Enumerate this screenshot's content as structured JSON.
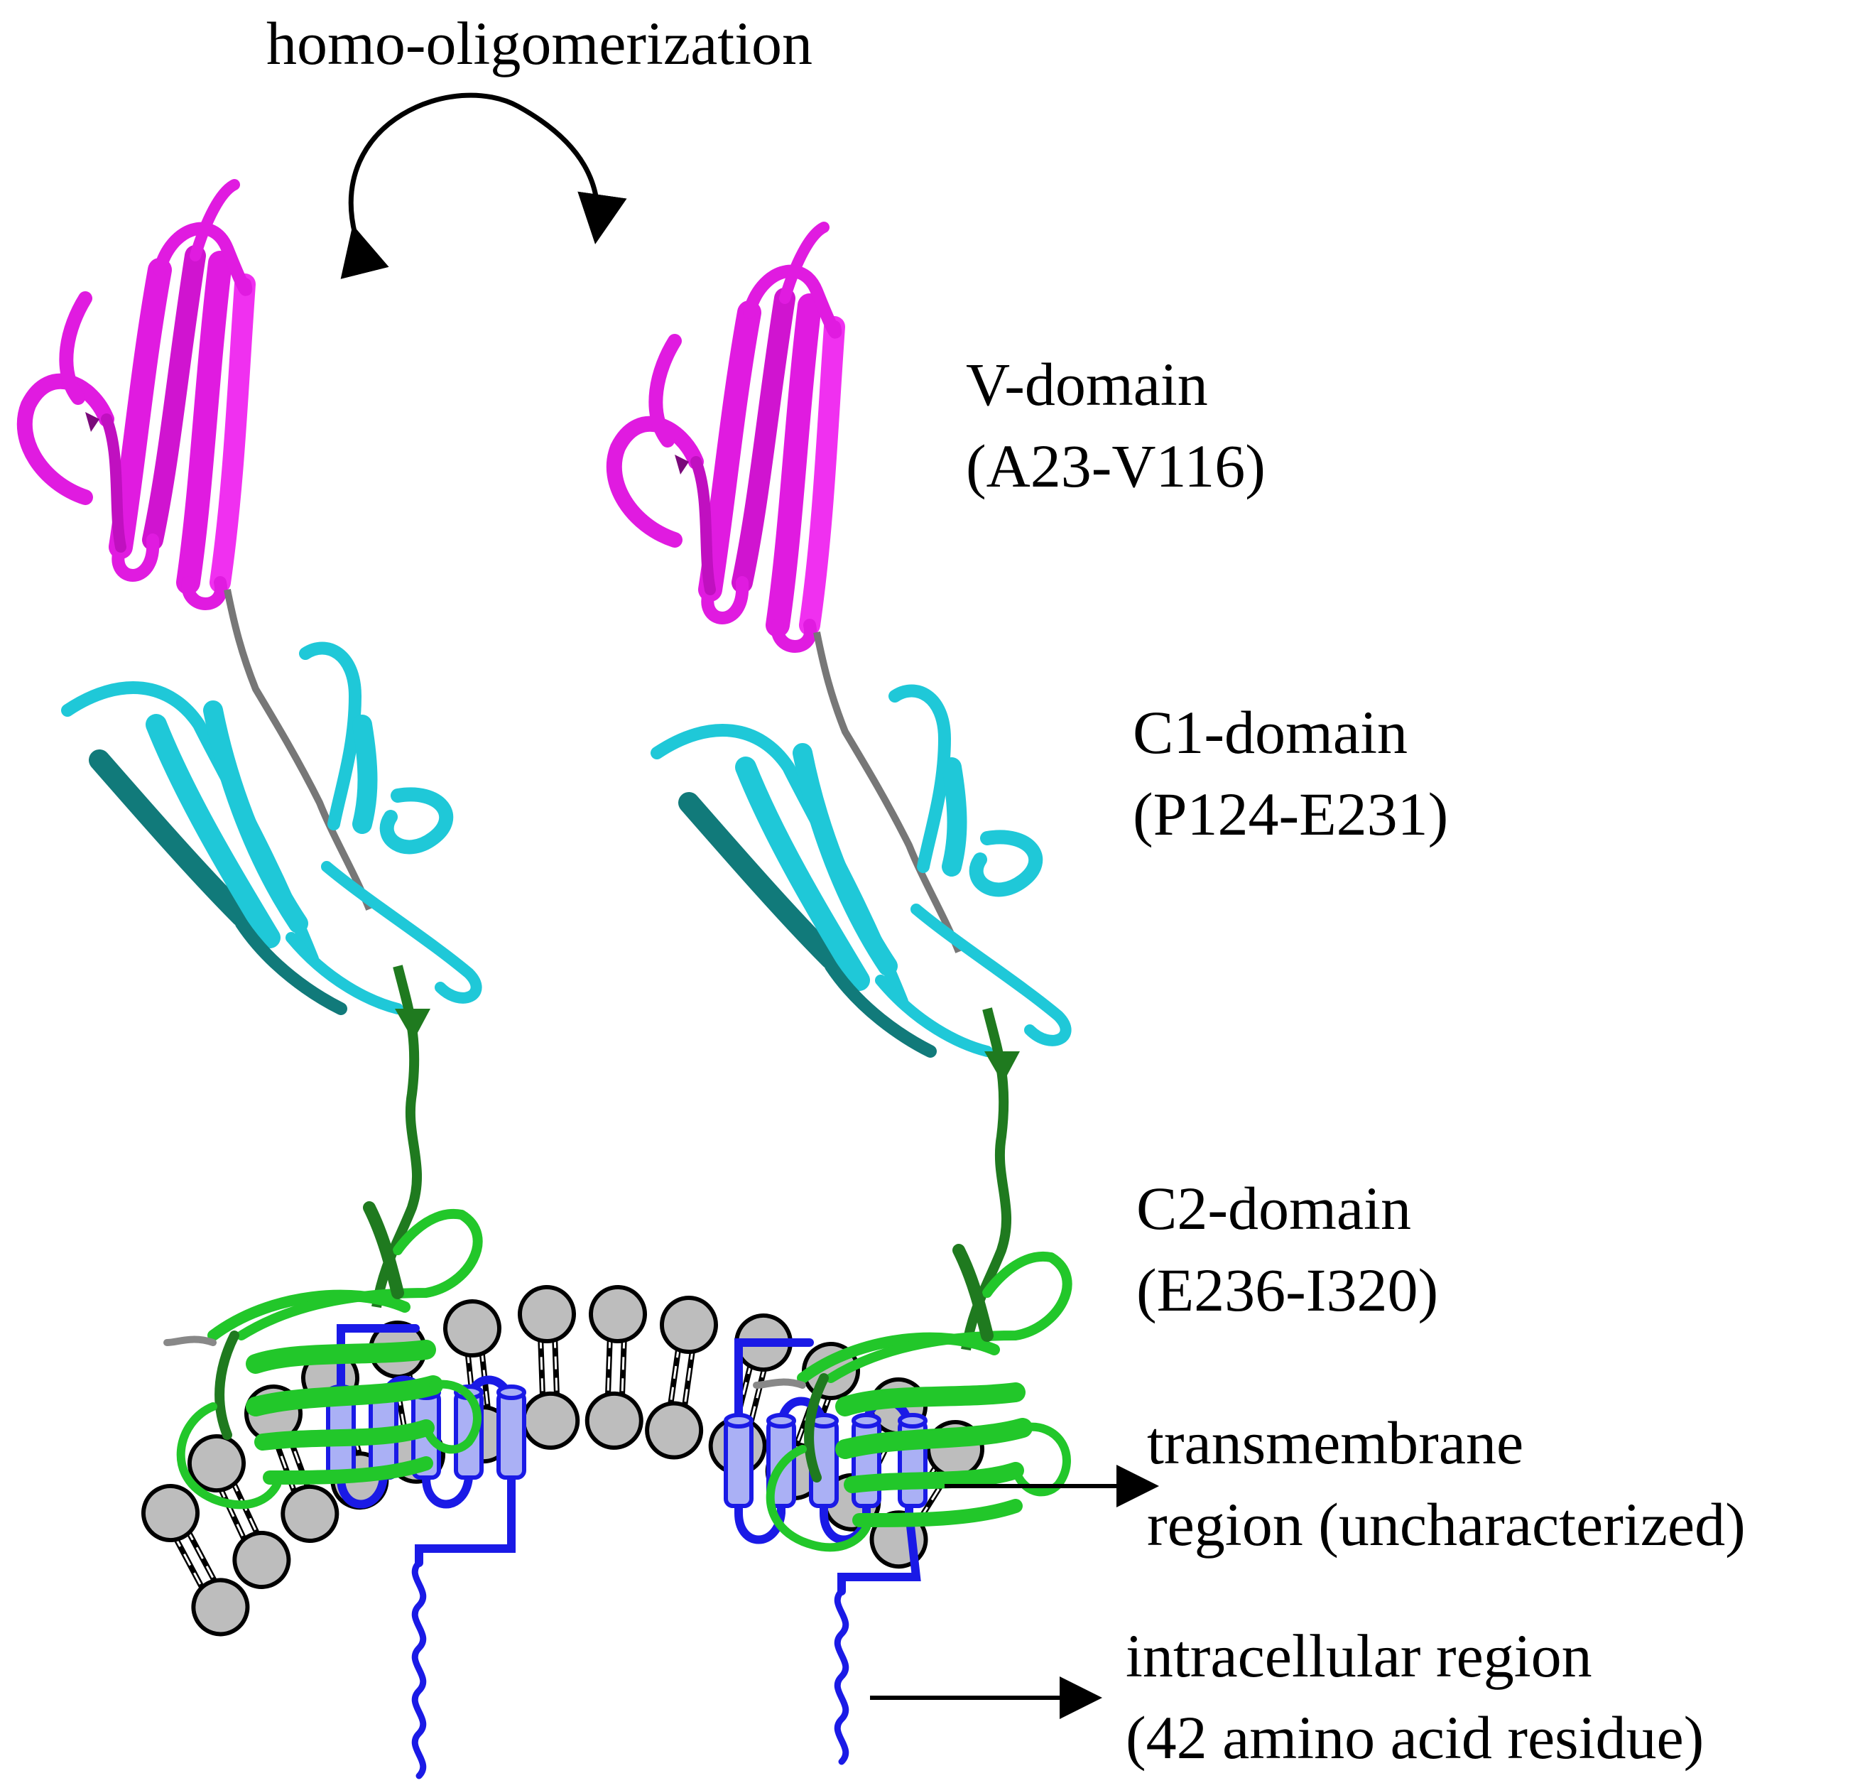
{
  "top_label": "homo-oligomerization",
  "domains": [
    {
      "name": "V-domain",
      "range": "(A23-V116)"
    },
    {
      "name": "C1-domain",
      "range": "(P124-E231)"
    },
    {
      "name": "C2-domain",
      "range": "(E236-I320)"
    }
  ],
  "regions": [
    {
      "line1": "transmembrane",
      "line2": "region (uncharacterized)"
    },
    {
      "line1": "intracellular region",
      "line2": "(42 amino acid residue)"
    }
  ],
  "colors": {
    "v_domain": "#e01be0",
    "c1_domain": "#1fc8d8",
    "c2_domain": "#22c72a",
    "linker": "#1f7a1f",
    "tm_region": "#1a1ae6",
    "tm_helix_fill": "#aab0f5",
    "lipid_head": "#bdbdbd"
  }
}
